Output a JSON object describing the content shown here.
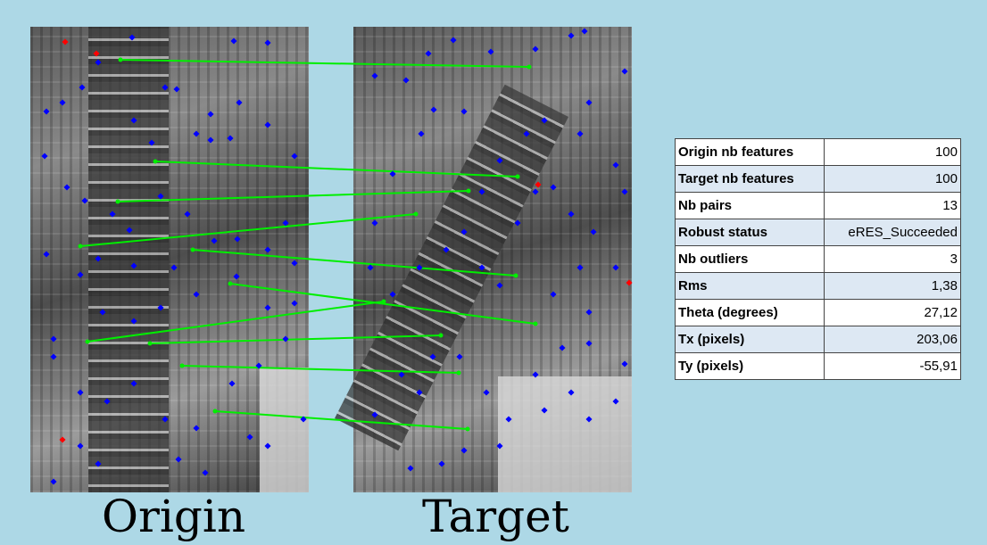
{
  "captions": {
    "origin": "Origin",
    "target": "Target"
  },
  "stats": [
    {
      "label": "Origin nb features",
      "value": "100"
    },
    {
      "label": "Target nb features",
      "value": "100"
    },
    {
      "label": "Nb pairs",
      "value": "13"
    },
    {
      "label": "Robust status",
      "value": "eRES_Succeeded"
    },
    {
      "label": "Nb outliers",
      "value": "3"
    },
    {
      "label": "Rms",
      "value": "1,38"
    },
    {
      "label": "Theta (degrees)",
      "value": "27,12"
    },
    {
      "label": "Tx (pixels)",
      "value": "203,06"
    },
    {
      "label": "Ty (pixels)",
      "value": "-55,91"
    }
  ],
  "colors": {
    "match_line": "#00ee00",
    "feature": "#0000ff",
    "outlier": "#ff0000",
    "background": "#add8e6"
  }
}
